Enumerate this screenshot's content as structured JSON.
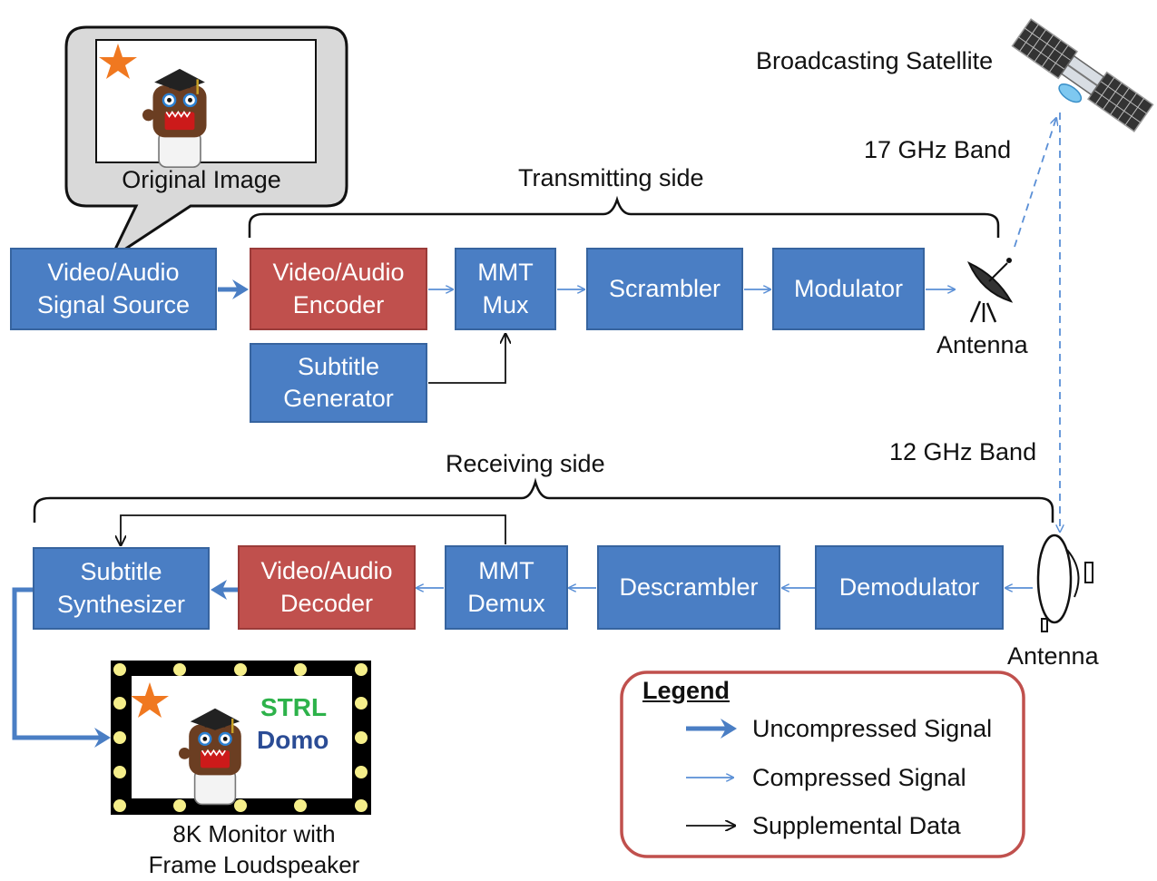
{
  "callout": {
    "caption": "Original Image"
  },
  "satellite": {
    "label": "Broadcasting Satellite"
  },
  "bands": {
    "uplink": "17 GHz Band",
    "downlink": "12 GHz Band"
  },
  "sections": {
    "transmitting": "Transmitting side",
    "receiving": "Receiving side"
  },
  "transmit": {
    "source": "Video/Audio\nSignal Source",
    "encoder": "Video/Audio\nEncoder",
    "mux": "MMT\nMux",
    "scrambler": "Scrambler",
    "modulator": "Modulator",
    "subtitle_generator": "Subtitle\nGenerator",
    "antenna": "Antenna"
  },
  "receive": {
    "antenna": "Antenna",
    "demodulator": "Demodulator",
    "descrambler": "Descrambler",
    "demux": "MMT\nDemux",
    "decoder": "Video/Audio\nDecoder",
    "synthesizer": "Subtitle\nSynthesizer"
  },
  "monitor": {
    "line1": "STRL",
    "line2": "Domo",
    "caption": "8K Monitor with\nFrame Loudspeaker"
  },
  "legend": {
    "title": "Legend",
    "items": [
      "Uncompressed Signal",
      "Compressed Signal",
      "Supplemental Data"
    ]
  },
  "colors": {
    "block_blue": "#4a7ec4",
    "block_red": "#c0504d",
    "uncompressed_arrow": "#4a7ec4",
    "compressed_arrow": "#5a8fd6",
    "supplemental_arrow": "#111111",
    "legend_border": "#c0504d",
    "star": "#f07820",
    "strl_green": "#2db24a",
    "domo_blue": "#2b4c95"
  }
}
